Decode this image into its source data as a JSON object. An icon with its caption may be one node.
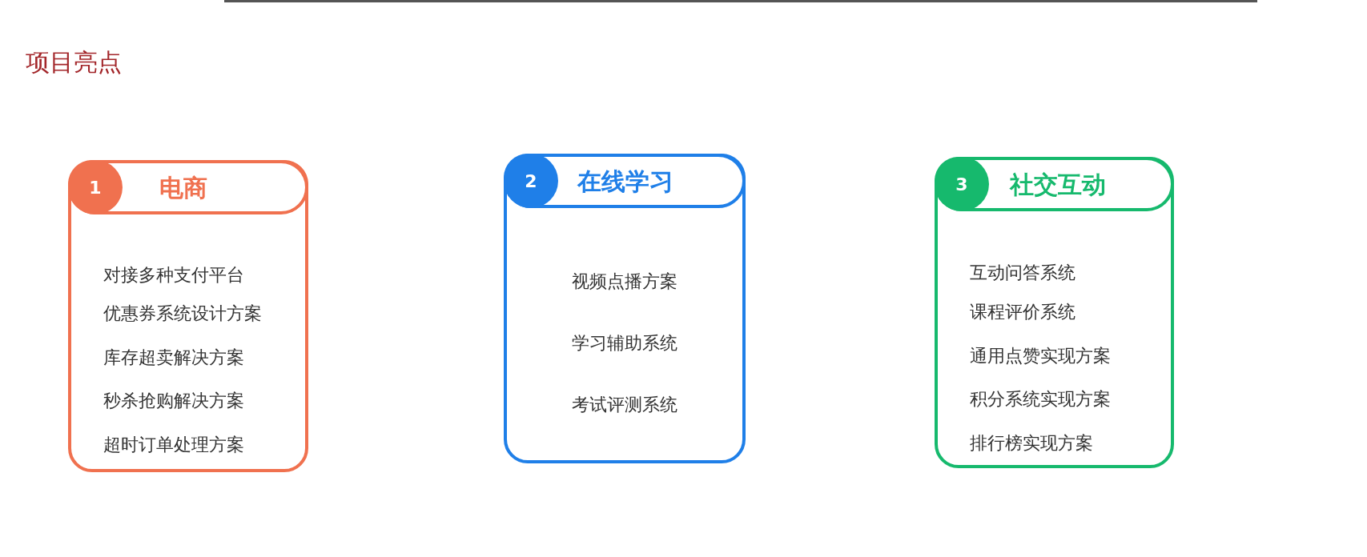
{
  "diagram": {
    "title": "项目亮点",
    "nodes": [
      {
        "text": [
          "对接多种支付平台",
          "优惠券系统设计方案",
          "库存超卖解决方案",
          "秒杀抢购解决方案",
          "超时订单处理方案"
        ]
      },
      {
        "text": [
          "电商"
        ],
        "in": 0
      },
      {
        "text": [
          "1"
        ],
        "in": 1
      },
      {
        "text": [
          "视频点播方案",
          "学习辅助系统",
          "考试评测系统"
        ]
      },
      {
        "text": [
          "在线学习"
        ],
        "in": 3
      },
      {
        "text": [
          "2"
        ],
        "in": 4
      },
      {
        "text": [
          "互动问答系统",
          "课程评价系统",
          "通用点赞实现方案",
          "积分系统实现方案",
          "排行榜实现方案"
        ]
      },
      {
        "text": [
          "社交互动"
        ],
        "in": 6
      },
      {
        "text": [
          "3"
        ],
        "in": 7
      }
    ],
    "edges": []
  }
}
